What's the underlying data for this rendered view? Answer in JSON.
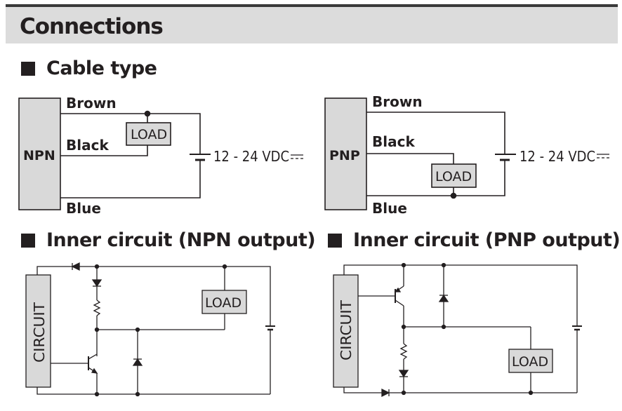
{
  "header": {
    "title": "Connections"
  },
  "sections": {
    "cable_type": "Cable type",
    "inner_npn": "Inner circuit (NPN output)",
    "inner_pnp": "Inner circuit (PNP output)"
  },
  "npn_cable": {
    "block_label": "NPN",
    "brown": "Brown",
    "black": "Black",
    "blue": "Blue",
    "load": "LOAD",
    "supply": "12 - 24 VDC"
  },
  "pnp_cable": {
    "block_label": "PNP",
    "brown": "Brown",
    "black": "Black",
    "blue": "Blue",
    "load": "LOAD",
    "supply": "12 - 24 VDC"
  },
  "npn_inner": {
    "circuit": "CIRCUIT",
    "load": "LOAD"
  },
  "pnp_inner": {
    "circuit": "CIRCUIT",
    "load": "LOAD"
  },
  "colors": {
    "header_bg": "#dcdcdc",
    "box_fill": "#d9d9d9",
    "line": "#231f20"
  }
}
